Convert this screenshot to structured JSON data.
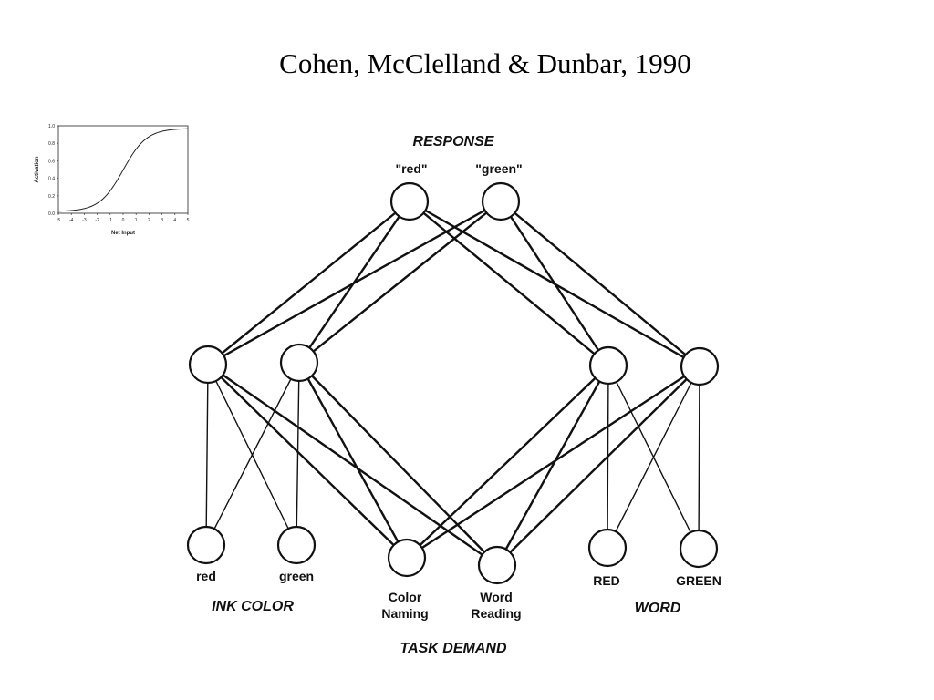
{
  "title": "Cohen, McClelland & Dunbar, 1990",
  "inset": {
    "xlabel": "Net Input",
    "ylabel": "Activation",
    "xticks": [
      "-5",
      "-4",
      "-3",
      "-2",
      "-1",
      "0",
      "1",
      "2",
      "3",
      "4",
      "5"
    ],
    "yticks": [
      "0.0",
      "0.2",
      "0.4",
      "0.6",
      "0.8",
      "1.0"
    ]
  },
  "network": {
    "groups": {
      "response": "RESPONSE",
      "ink_color": "INK COLOR",
      "task_demand": "TASK DEMAND",
      "word": "WORD"
    },
    "response_units": [
      "\"red\"",
      "\"green\""
    ],
    "ink_units": [
      "red",
      "green"
    ],
    "task_units": [
      [
        "Color",
        "Naming"
      ],
      [
        "Word",
        "Reading"
      ]
    ],
    "word_units": [
      "RED",
      "GREEN"
    ]
  }
}
